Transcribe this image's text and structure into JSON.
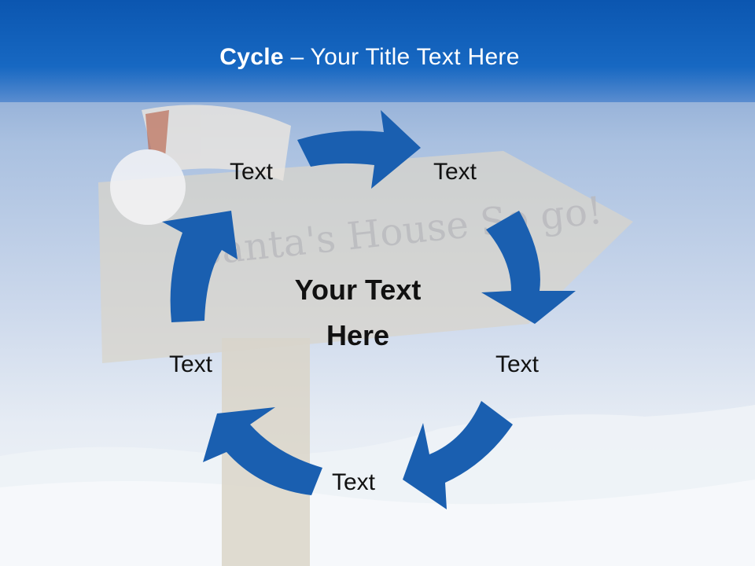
{
  "slide": {
    "title_bold": "Cycle",
    "title_rest": " – Your Title Text Here",
    "center_text": "Your Text Here",
    "sign_text": "Santa's House So go!",
    "nodes": [
      {
        "label": "Text"
      },
      {
        "label": "Text"
      },
      {
        "label": "Text"
      },
      {
        "label": "Text"
      },
      {
        "label": "Text"
      }
    ]
  },
  "colors": {
    "header_blue": "#0b56b0",
    "arrow_blue": "#1a5fb0",
    "text_dark": "#111111",
    "title_text": "#ffffff"
  },
  "icons": [
    "sign-post-image",
    "santa-hat-image",
    "cycle-arrow-icon"
  ]
}
